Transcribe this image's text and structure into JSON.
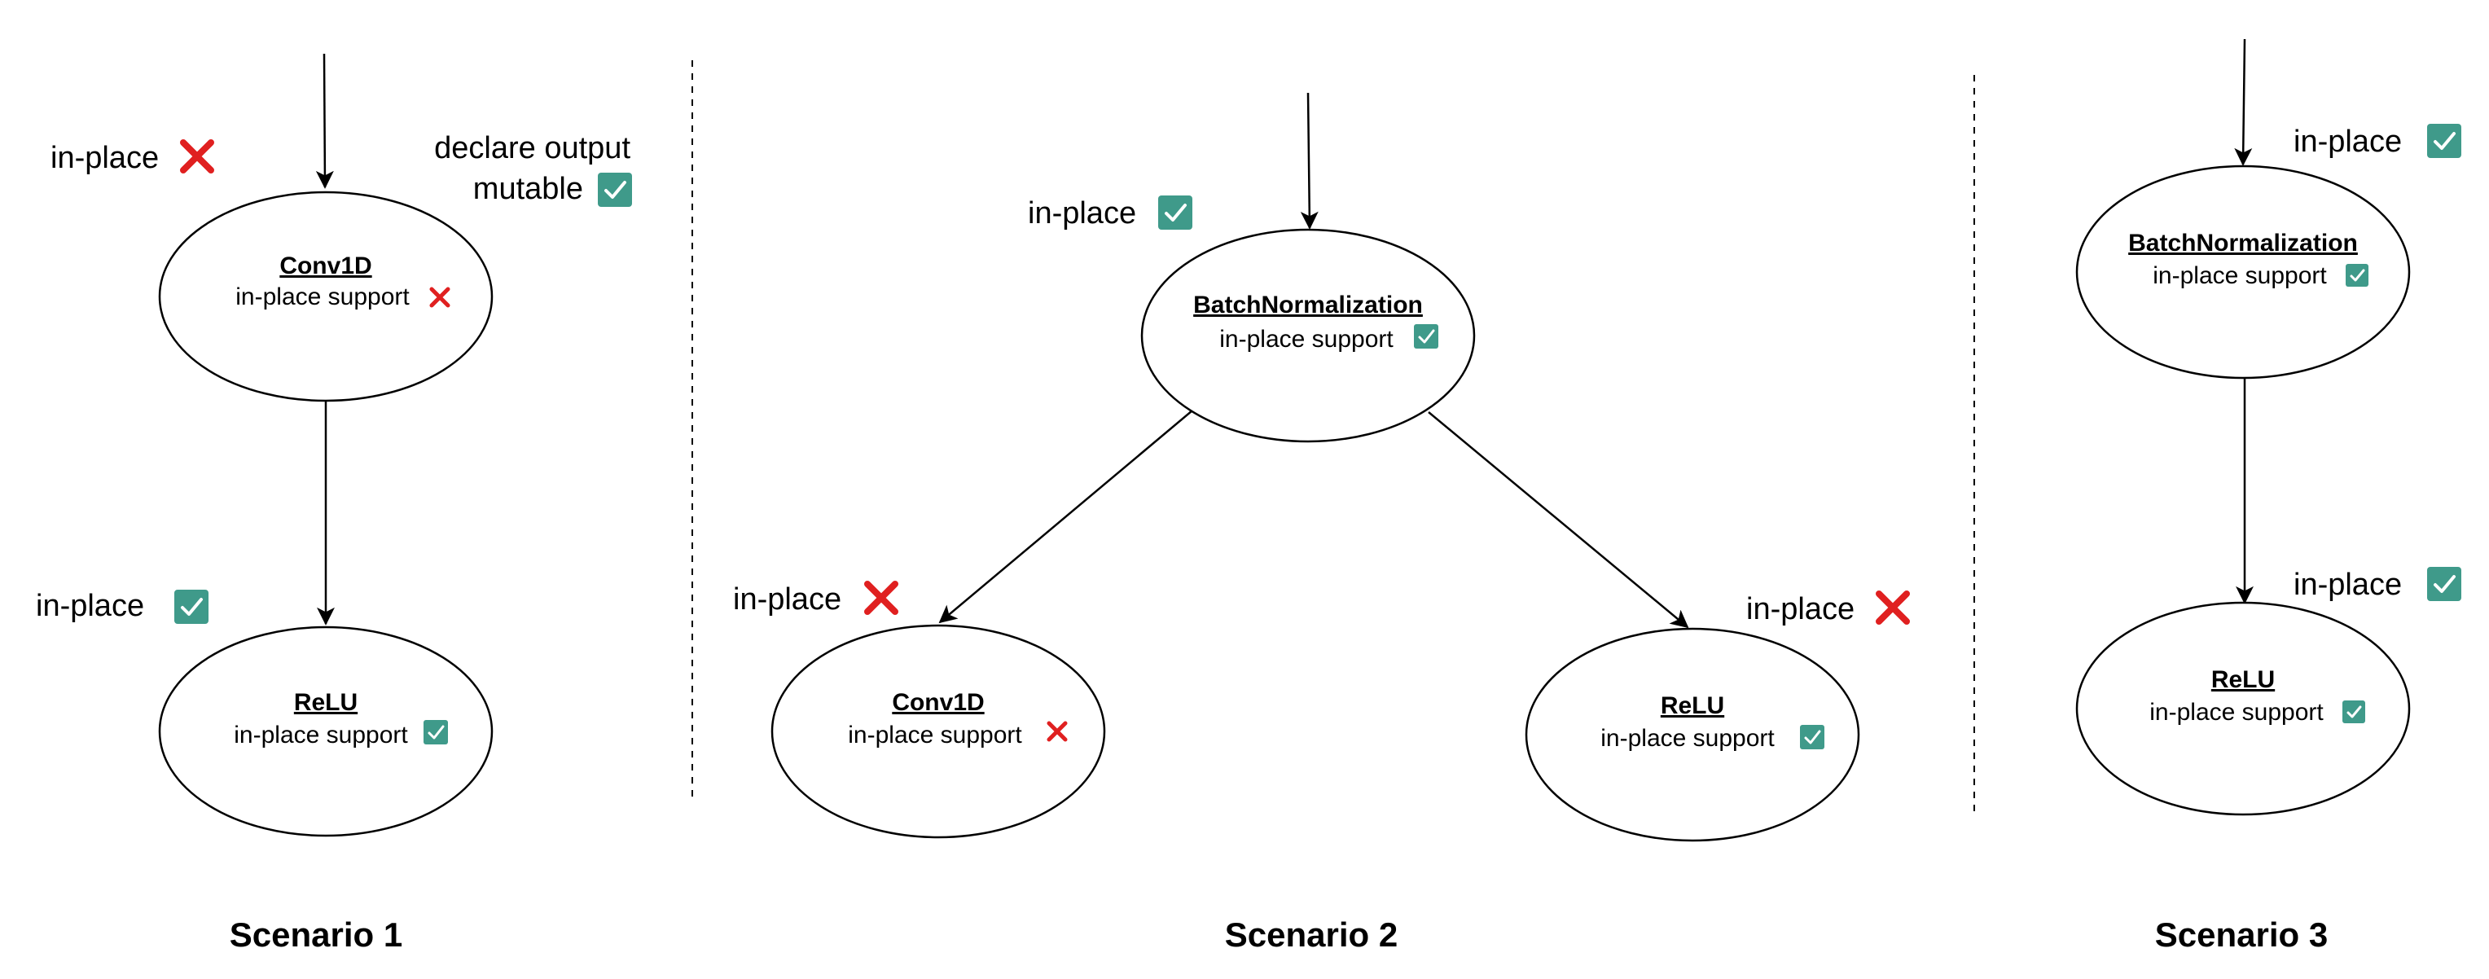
{
  "scenario1": {
    "label": "Scenario 1",
    "conv_node": {
      "title": "Conv1D",
      "subtitle": "in-place support",
      "supported": false
    },
    "relu_node": {
      "title": "ReLU",
      "subtitle": "in-place support",
      "supported": true
    },
    "input_edge_label": {
      "text": "in-place",
      "supported": false
    },
    "declare_label": {
      "line1": "declare output",
      "line2": "mutable",
      "supported": true
    },
    "middle_edge_label": {
      "text": "in-place",
      "supported": true
    }
  },
  "scenario2": {
    "label": "Scenario 2",
    "bn_node": {
      "title": "BatchNormalization",
      "subtitle": "in-place support",
      "supported": true
    },
    "conv_node": {
      "title": "Conv1D",
      "subtitle": "in-place support",
      "supported": false
    },
    "relu_node": {
      "title": "ReLU",
      "subtitle": "in-place support",
      "supported": true
    },
    "input_edge_label": {
      "text": "in-place",
      "supported": true
    },
    "left_edge_label": {
      "text": "in-place",
      "supported": false
    },
    "right_edge_label": {
      "text": "in-place",
      "supported": false
    }
  },
  "scenario3": {
    "label": "Scenario 3",
    "bn_node": {
      "title": "BatchNormalization",
      "subtitle": "in-place support",
      "supported": true
    },
    "relu_node": {
      "title": "ReLU",
      "subtitle": "in-place support",
      "supported": true
    },
    "input_edge_label": {
      "text": "in-place",
      "supported": true
    },
    "middle_edge_label": {
      "text": "in-place",
      "supported": true
    }
  },
  "colors": {
    "check_bg": "#3f9a8a",
    "cross": "#e02020",
    "stroke": "#000000"
  },
  "icons": {
    "check": "checkbox-check-icon",
    "cross": "cross-icon"
  }
}
